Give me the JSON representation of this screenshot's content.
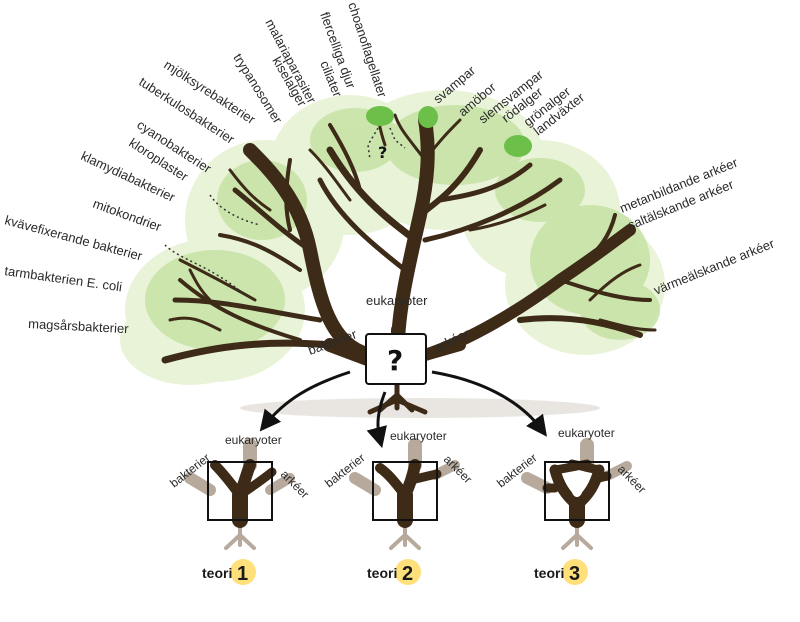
{
  "colors": {
    "trunk": "#3d2a17",
    "trunk_faded": "#b7aa9c",
    "canopy_outer": "#e6f1d2",
    "canopy_inner": "#c6e0a6",
    "leaf_highlight": "#6cc04a",
    "teori_badge": "#ffe07a"
  },
  "center": {
    "question": "?",
    "eukaryoter": "eukaryoter",
    "bakterier": "bakterier",
    "arkeer": "arkéer",
    "branch_question": "?"
  },
  "left_labels": [
    "mjölksyrebakterier",
    "tuberkulosbakterier",
    "cyanobakterier",
    "kloroplaster",
    "klamydiabakterier",
    "mitokondrier",
    "kvävefixerande bakterier",
    "tarmbakterien E. coli",
    "magsårsbakterier"
  ],
  "top_labels": [
    "trypanosomer",
    "kiselalger",
    "malariaparasiter",
    "ciliater",
    "flercelliga djur",
    "choanoflagellater",
    "svampar",
    "amöbor",
    "slemsvampar",
    "rödalger",
    "grönalger",
    "landväxter"
  ],
  "right_labels": [
    "metanbildande arkéer",
    "saltälskande arkéer",
    "värmeälskande arkéer"
  ],
  "theories": [
    {
      "word": "teori",
      "number": "1",
      "eukaryoter": "eukaryoter",
      "bakterier": "bakterier",
      "arkeer": "arkéer"
    },
    {
      "word": "teori",
      "number": "2",
      "eukaryoter": "eukaryoter",
      "bakterier": "bakterier",
      "arkeer": "arkéer"
    },
    {
      "word": "teori",
      "number": "3",
      "eukaryoter": "eukaryoter",
      "bakterier": "bakterier",
      "arkeer": "arkéer"
    }
  ]
}
